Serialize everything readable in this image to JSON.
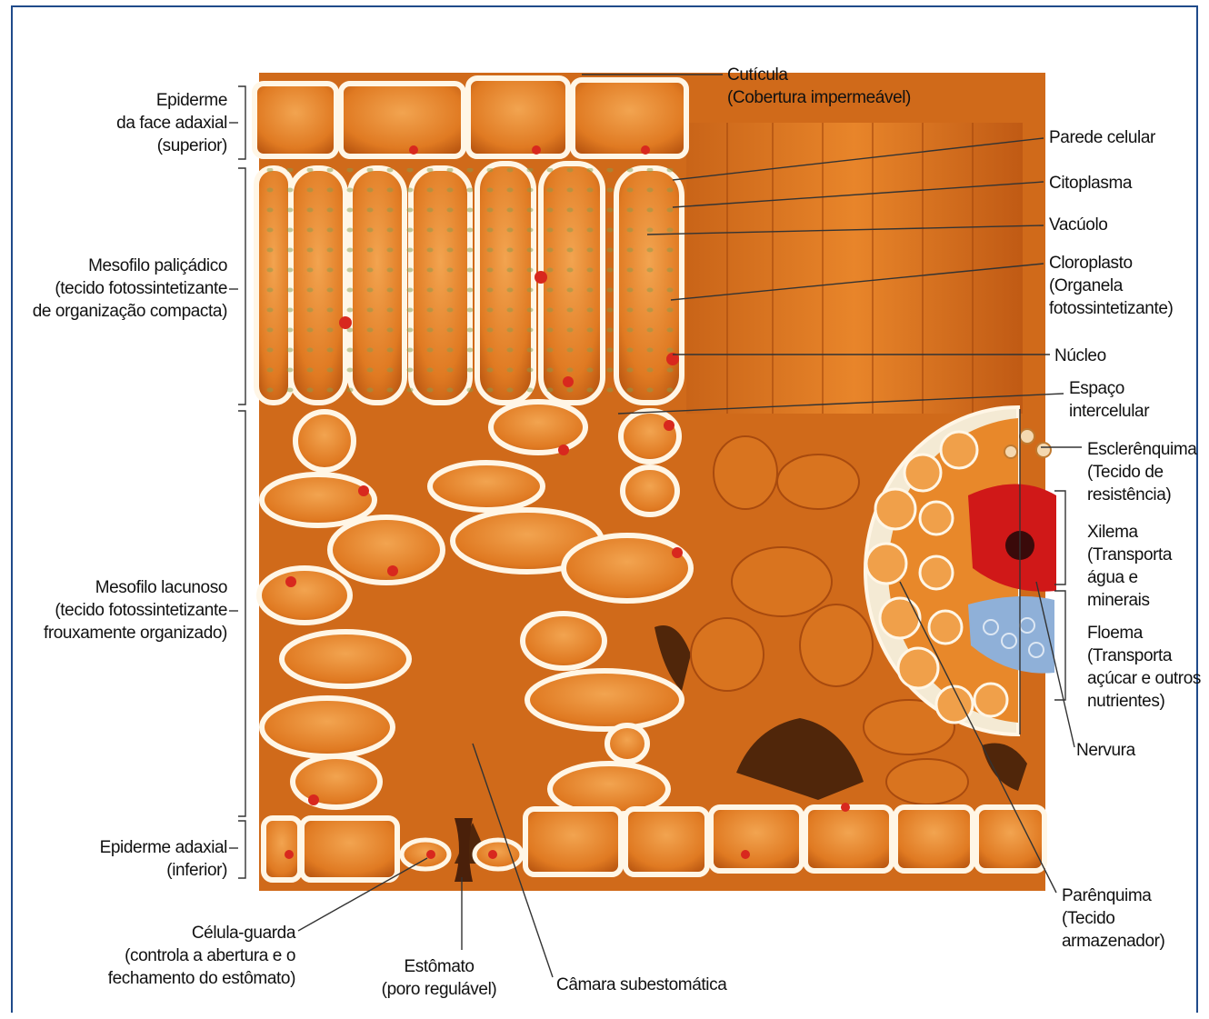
{
  "colors": {
    "frame": "#1f4a8a",
    "tissue": "#e07a22",
    "tissue_light": "#f0a04a",
    "tissue_dark": "#b85510",
    "cell_wall": "#fff6e6",
    "chloroplast": "#8a9a4a",
    "nucleus": "#d8281e",
    "xylem": "#d01818",
    "phloem": "#8fb0d8",
    "shadow": "#3a1a08"
  },
  "labels": {
    "epiderme_superior": "Epiderme\nda face adaxial\n(superior)",
    "mesofilo_palicadico": "Mesofilo paliçádico\n(tecido fotossintetizante\nde organização compacta)",
    "mesofilo_lacunoso": "Mesofilo lacunoso\n(tecido fotossintetizante\nfrouxamente organizado)",
    "epiderme_inferior": "Epiderme adaxial\n(inferior)",
    "celula_guarda": "Célula-guarda\n(controla a abertura e o\nfechamento do estômato)",
    "estomato": "Estômato\n(poro regulável)",
    "camara": "Câmara subestomática",
    "cuticula": "Cutícula\n(Cobertura impermeável)",
    "parede": "Parede celular",
    "citoplasma": "Citoplasma",
    "vacuolo": "Vacúolo",
    "cloroplasto": "Cloroplasto\n(Organela\nfotossintetizante)",
    "nucleo": "Núcleo",
    "espaco": "Espaço\nintercelular",
    "esclerenquima": "Esclerênquima\n(Tecido de\nresistência)",
    "xilema": "Xilema\n(Transporta\nágua e\nminerais",
    "floema": "Floema\n(Transporta\naçúcar e outros\nnutrientes)",
    "nervura": "Nervura",
    "parenquima": "Parênquima\n(Tecido\narmazenador)"
  }
}
